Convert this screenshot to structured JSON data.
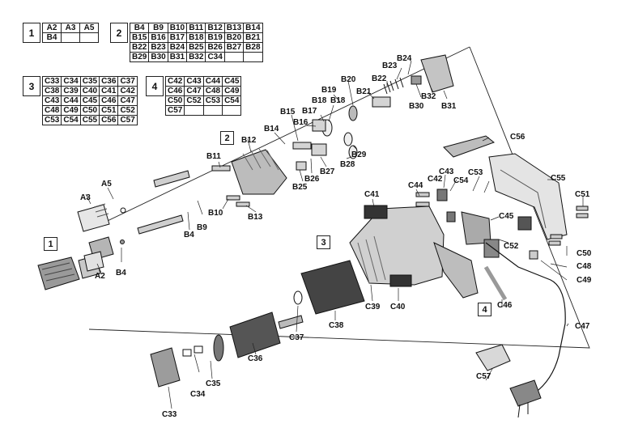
{
  "groups": {
    "g1": {
      "num": "1",
      "rows": [
        [
          "A2",
          "A3",
          "A5"
        ],
        [
          "B4",
          "",
          ""
        ]
      ]
    },
    "g2": {
      "num": "2",
      "rows": [
        [
          "B4",
          "B9",
          "B10",
          "B11",
          "B12",
          "B13",
          "B14"
        ],
        [
          "B15",
          "B16",
          "B17",
          "B18",
          "B19",
          "B20",
          "B21"
        ],
        [
          "B22",
          "B23",
          "B24",
          "B25",
          "B26",
          "B27",
          "B28"
        ],
        [
          "B29",
          "B30",
          "B31",
          "B32",
          "C34",
          "",
          ""
        ]
      ]
    },
    "g3": {
      "num": "3",
      "rows": [
        [
          "C33",
          "C34",
          "C35",
          "C36",
          "C37"
        ],
        [
          "C38",
          "C39",
          "C40",
          "C41",
          "C42"
        ],
        [
          "C43",
          "C44",
          "C45",
          "C46",
          "C47"
        ],
        [
          "C48",
          "C49",
          "C50",
          "C51",
          "C52"
        ],
        [
          "C53",
          "C54",
          "C55",
          "C56",
          "C57"
        ]
      ]
    },
    "g4": {
      "num": "4",
      "rows": [
        [
          "C42",
          "C43",
          "C44",
          "C45"
        ],
        [
          "C46",
          "C47",
          "C48",
          "C49"
        ],
        [
          "C50",
          "C52",
          "C53",
          "C54"
        ],
        [
          "C57",
          "",
          "",
          ""
        ]
      ]
    }
  },
  "boxes": {
    "b1": "1",
    "b2": "2",
    "b3": "3",
    "b4": "4"
  },
  "labels": {
    "A2": "A2",
    "A3": "A3",
    "A5": "A5",
    "B4a": "B4",
    "B4b": "B4",
    "B9": "B9",
    "B10": "B10",
    "B11": "B11",
    "B12": "B12",
    "B13": "B13",
    "B14": "B14",
    "B15": "B15",
    "B16": "B16",
    "B17": "B17",
    "B18a": "B18",
    "B18b": "B18",
    "B19": "B19",
    "B20": "B20",
    "B21": "B21",
    "B22": "B22",
    "B23": "B23",
    "B24": "B24",
    "B25": "B25",
    "B26": "B26",
    "B27": "B27",
    "B28": "B28",
    "B29": "B29",
    "B30": "B30",
    "B31": "B31",
    "B32": "B32",
    "C33": "C33",
    "C34": "C34",
    "C35": "C35",
    "C36": "C36",
    "C37": "C37",
    "C38": "C38",
    "C39": "C39",
    "C40": "C40",
    "C41": "C41",
    "C42": "C42",
    "C43": "C43",
    "C44": "C44",
    "C45": "C45",
    "C46": "C46",
    "C47": "C47",
    "C48": "C48",
    "C49": "C49",
    "C50": "C50",
    "C51": "C51",
    "C52": "C52",
    "C53": "C53",
    "C54": "C54",
    "C55": "C55",
    "C56": "C56",
    "C57": "C57"
  }
}
